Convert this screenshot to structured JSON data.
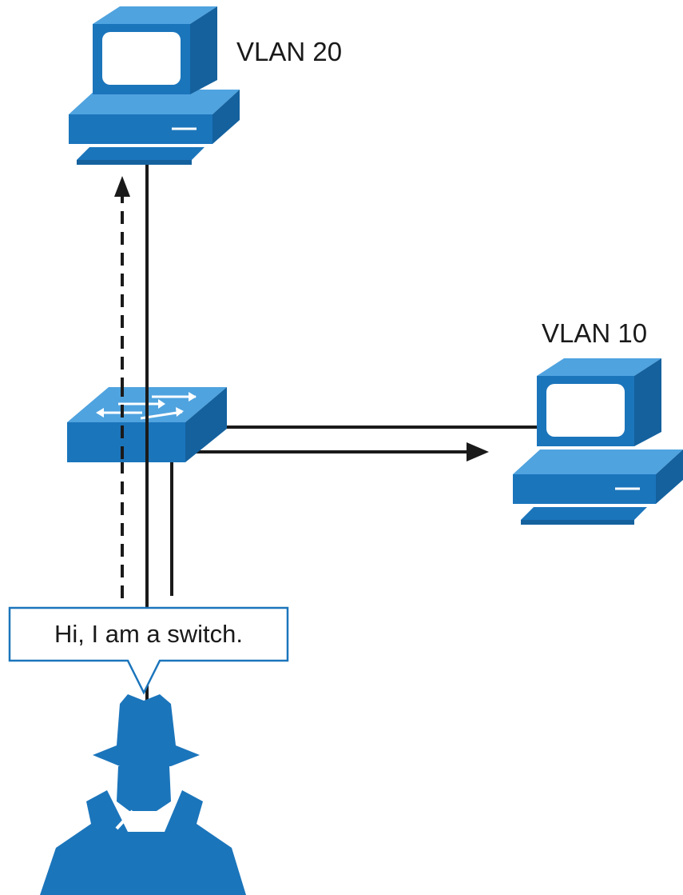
{
  "diagram": {
    "labels": {
      "vlan20": "VLAN 20",
      "vlan10": "VLAN 10"
    },
    "callout": {
      "text": "Hi, I am a switch."
    },
    "nodes": [
      {
        "id": "pc-vlan20",
        "type": "workstation",
        "icon": "desktop-computer-icon"
      },
      {
        "id": "pc-vlan10",
        "type": "workstation",
        "icon": "desktop-computer-icon"
      },
      {
        "id": "switch",
        "type": "switch",
        "icon": "network-switch-icon"
      },
      {
        "id": "attacker",
        "type": "attacker",
        "icon": "spy-attacker-icon"
      }
    ],
    "links": [
      {
        "from": "attacker",
        "to": "switch",
        "style": "solid"
      },
      {
        "from": "switch",
        "to": "pc-vlan20",
        "style": "solid"
      },
      {
        "from": "switch",
        "to": "pc-vlan10",
        "style": "solid"
      },
      {
        "from": "attacker",
        "to": "pc-vlan20",
        "style": "dashed",
        "arrow": true
      },
      {
        "from": "attacker",
        "to": "pc-vlan10",
        "style": "solid",
        "arrow": true
      }
    ],
    "colors": {
      "device": "#1b75bb",
      "device_highlight": "#4fa3df",
      "screen": "#ffffff",
      "line": "#1a1a1a",
      "callout_border": "#1b75bb"
    }
  }
}
